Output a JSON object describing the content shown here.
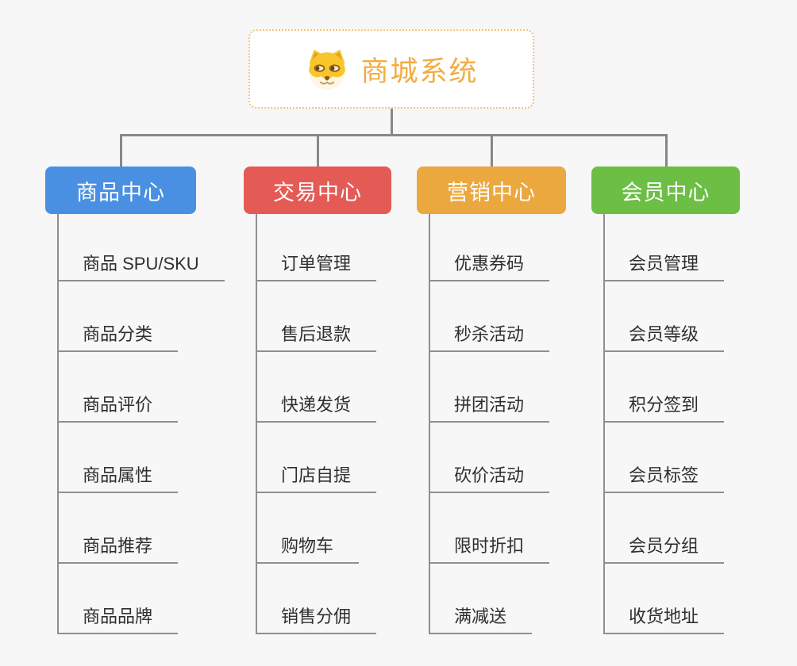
{
  "root": {
    "title": "商城系统",
    "icon": "doge-icon",
    "title_color": "#F2AC41",
    "border_color": "#F6C478"
  },
  "connector_color": "#888888",
  "branches": [
    {
      "id": "product-center",
      "label": "商品中心",
      "color": "#4A90E2",
      "items": [
        "商品 SPU/SKU",
        "商品分类",
        "商品评价",
        "商品属性",
        "商品推荐",
        "商品品牌"
      ]
    },
    {
      "id": "trade-center",
      "label": "交易中心",
      "color": "#E45B56",
      "items": [
        "订单管理",
        "售后退款",
        "快递发货",
        "门店自提",
        "购物车",
        "销售分佣"
      ]
    },
    {
      "id": "marketing-center",
      "label": "营销中心",
      "color": "#EBA83E",
      "items": [
        "优惠券码",
        "秒杀活动",
        "拼团活动",
        "砍价活动",
        "限时折扣",
        "满减送"
      ]
    },
    {
      "id": "member-center",
      "label": "会员中心",
      "color": "#6CBE45",
      "items": [
        "会员管理",
        "会员等级",
        "积分签到",
        "会员标签",
        "会员分组",
        "收货地址"
      ]
    }
  ]
}
